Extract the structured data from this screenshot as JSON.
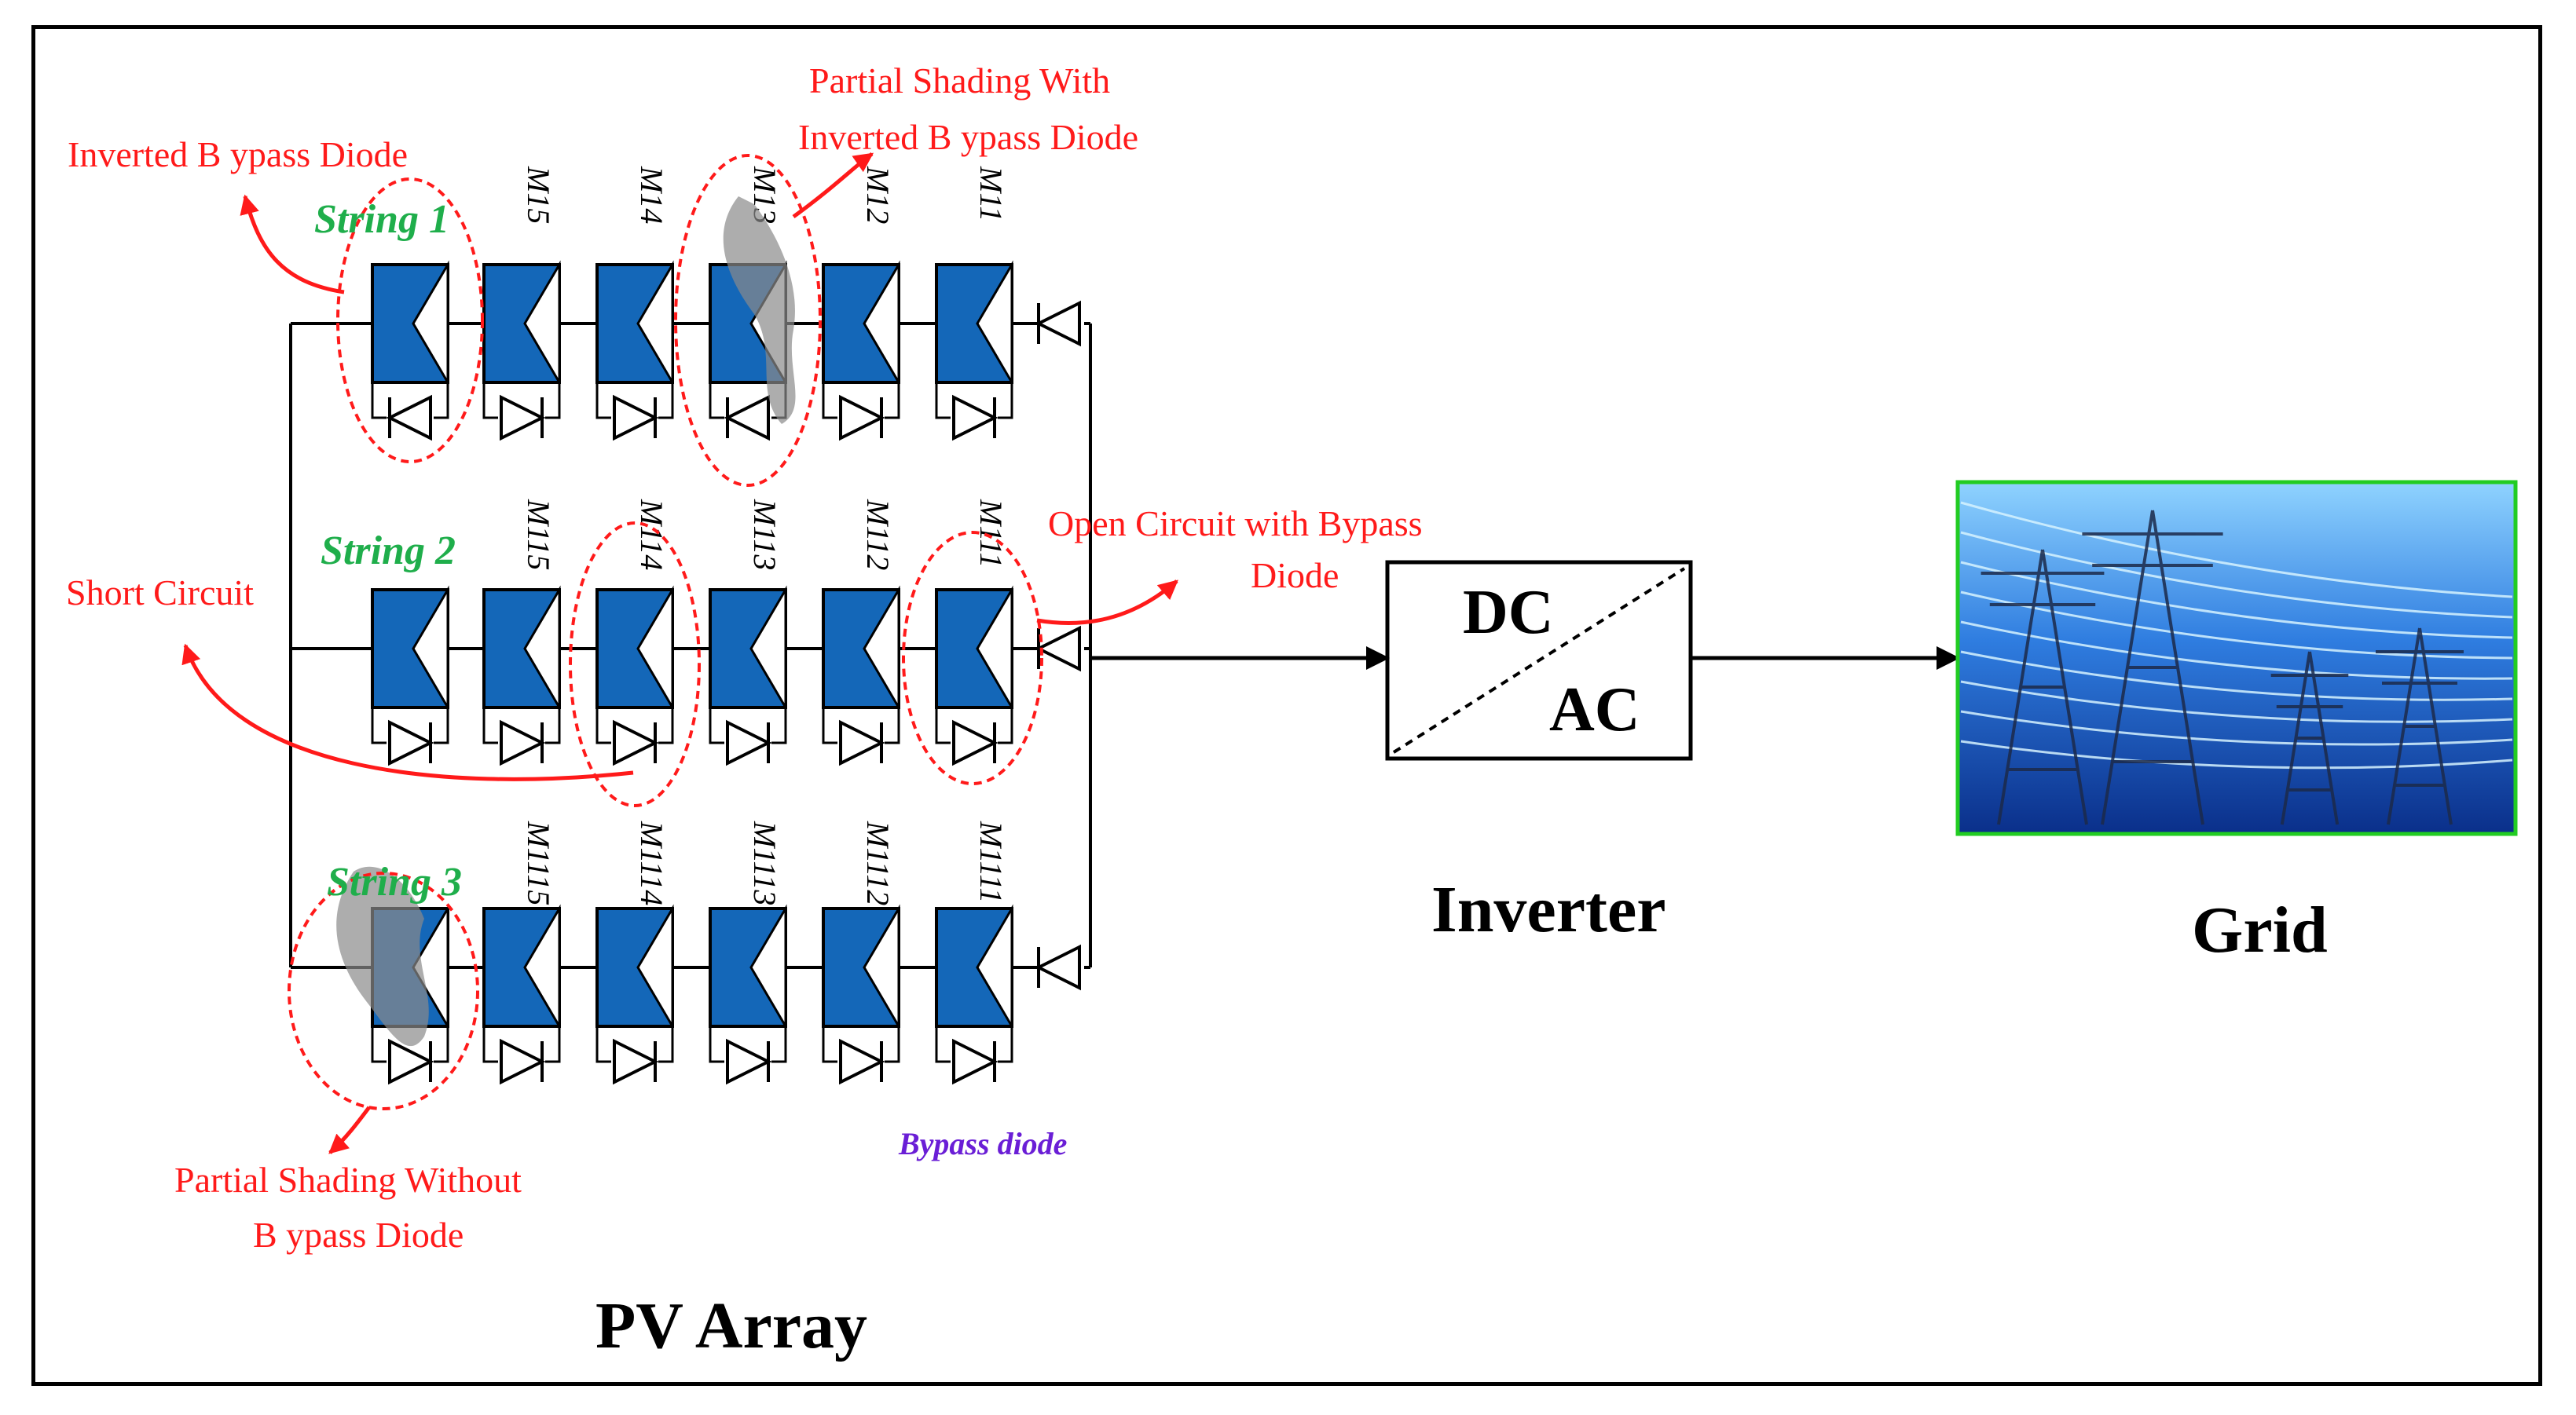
{
  "annotations": {
    "inverted_bypass": "Inverted B ypass Diode",
    "partial_inverted_line1": "Partial Shading With",
    "partial_inverted_line2": "Inverted B ypass Diode",
    "short_circuit": "Short Circuit",
    "open_circuit_line1": "Open Circuit with Bypass",
    "open_circuit_line2": "Diode",
    "partial_without_line1": "Partial Shading Without",
    "partial_without_line2": "B ypass Diode",
    "bypass_diode": "Bypass diode"
  },
  "strings": [
    {
      "label": "String 1",
      "modules": [
        "M15",
        "M14",
        "M13",
        "M12",
        "M11"
      ]
    },
    {
      "label": "String 2",
      "modules": [
        "M115",
        "M114",
        "M113",
        "M112",
        "M111"
      ]
    },
    {
      "label": "String 3",
      "modules": [
        "M1115",
        "M1114",
        "M1113",
        "M1112",
        "M1111"
      ]
    }
  ],
  "blocks": {
    "pv_array": "PV Array",
    "inverter": "Inverter",
    "inverter_dc": "DC",
    "inverter_ac": "AC",
    "grid": "Grid"
  },
  "colors": {
    "panel_blue": "#1467b8",
    "annotation_red": "#ff1a1a",
    "string_green": "#1fae4b",
    "bypass_purple": "#6a1ed6",
    "grid_border": "#22cc22"
  }
}
